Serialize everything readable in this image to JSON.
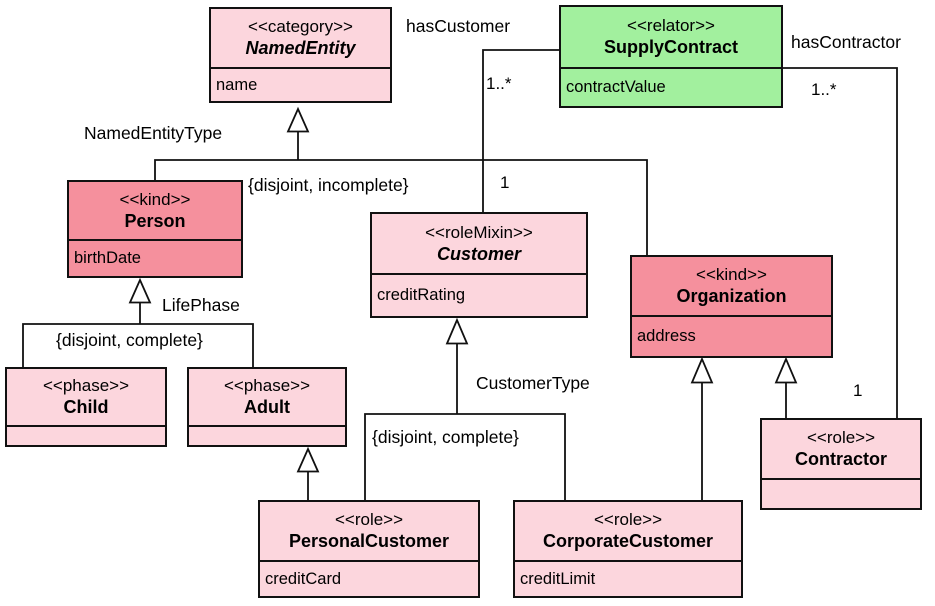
{
  "colors": {
    "pinkLight": "#fcd6dd",
    "pinkDark": "#f5909d",
    "green": "#a2f09e",
    "line": "#111111",
    "background": "#ffffff"
  },
  "classes": [
    {
      "stereotype": "<<category>>",
      "name": "NamedEntity",
      "abstract": true,
      "fill": "pinkLight",
      "attributes": [
        "name"
      ]
    },
    {
      "stereotype": "<<relator>>",
      "name": "SupplyContract",
      "abstract": false,
      "fill": "green",
      "attributes": [
        "contractValue"
      ]
    },
    {
      "stereotype": "<<kind>>",
      "name": "Person",
      "abstract": false,
      "fill": "pinkDark",
      "attributes": [
        "birthDate"
      ]
    },
    {
      "stereotype": "<<roleMixin>>",
      "name": "Customer",
      "abstract": true,
      "fill": "pinkLight",
      "attributes": [
        "creditRating"
      ]
    },
    {
      "stereotype": "<<kind>>",
      "name": "Organization",
      "abstract": false,
      "fill": "pinkDark",
      "attributes": [
        "address"
      ]
    },
    {
      "stereotype": "<<phase>>",
      "name": "Child",
      "abstract": false,
      "fill": "pinkLight",
      "attributes": []
    },
    {
      "stereotype": "<<phase>>",
      "name": "Adult",
      "abstract": false,
      "fill": "pinkLight",
      "attributes": []
    },
    {
      "stereotype": "<<role>>",
      "name": "PersonalCustomer",
      "abstract": false,
      "fill": "pinkLight",
      "attributes": [
        "creditCard"
      ]
    },
    {
      "stereotype": "<<role>>",
      "name": "CorporateCustomer",
      "abstract": false,
      "fill": "pinkLight",
      "attributes": [
        "creditLimit"
      ]
    },
    {
      "stereotype": "<<role>>",
      "name": "Contractor",
      "abstract": false,
      "fill": "pinkLight",
      "attributes": []
    }
  ],
  "associations": [
    {
      "label": "hasCustomer",
      "source": "SupplyContract",
      "target": "Customer",
      "source_multiplicity": "1..*",
      "target_multiplicity": "1"
    },
    {
      "label": "hasContractor",
      "source": "SupplyContract",
      "target": "Contractor",
      "source_multiplicity": "1..*",
      "target_multiplicity": "1"
    }
  ],
  "generalization_sets": [
    {
      "label": "NamedEntityType",
      "constraint": "{disjoint, incomplete}",
      "parent": "NamedEntity",
      "children": [
        "Person",
        "Organization"
      ]
    },
    {
      "label": "LifePhase",
      "constraint": "{disjoint, complete}",
      "parent": "Person",
      "children": [
        "Child",
        "Adult"
      ]
    },
    {
      "label": "CustomerType",
      "constraint": "{disjoint, complete}",
      "parent": "Customer",
      "children": [
        "PersonalCustomer",
        "CorporateCustomer"
      ]
    }
  ],
  "generalizations": [
    {
      "parent": "Adult",
      "child": "PersonalCustomer"
    },
    {
      "parent": "Organization",
      "child": "CorporateCustomer"
    },
    {
      "parent": "Organization",
      "child": "Contractor"
    }
  ]
}
